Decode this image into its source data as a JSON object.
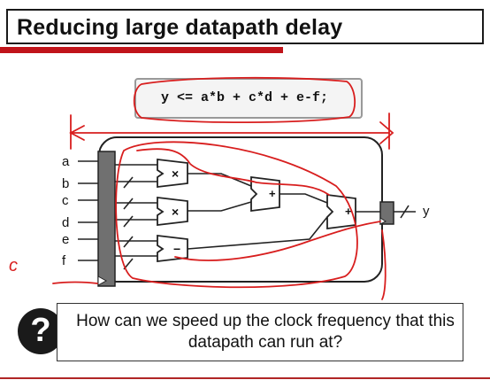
{
  "slide": {
    "title": "Reducing large datapath delay",
    "code": "y <= a*b + c*d + e-f;",
    "question": "How can we speed up the clock frequency that this datapath can run at?",
    "question_icon": "?"
  },
  "diagram": {
    "inputs": [
      "a",
      "b",
      "c",
      "d",
      "e",
      "f"
    ],
    "output": "y",
    "stage1_ops": [
      "×",
      "×",
      "−"
    ],
    "stage2_op": "+",
    "stage3_op": "+",
    "annotation_letter": "c"
  },
  "colors": {
    "accent_red": "#c0141a",
    "annotation_red": "#d81e1e",
    "register_gray": "#707070"
  }
}
